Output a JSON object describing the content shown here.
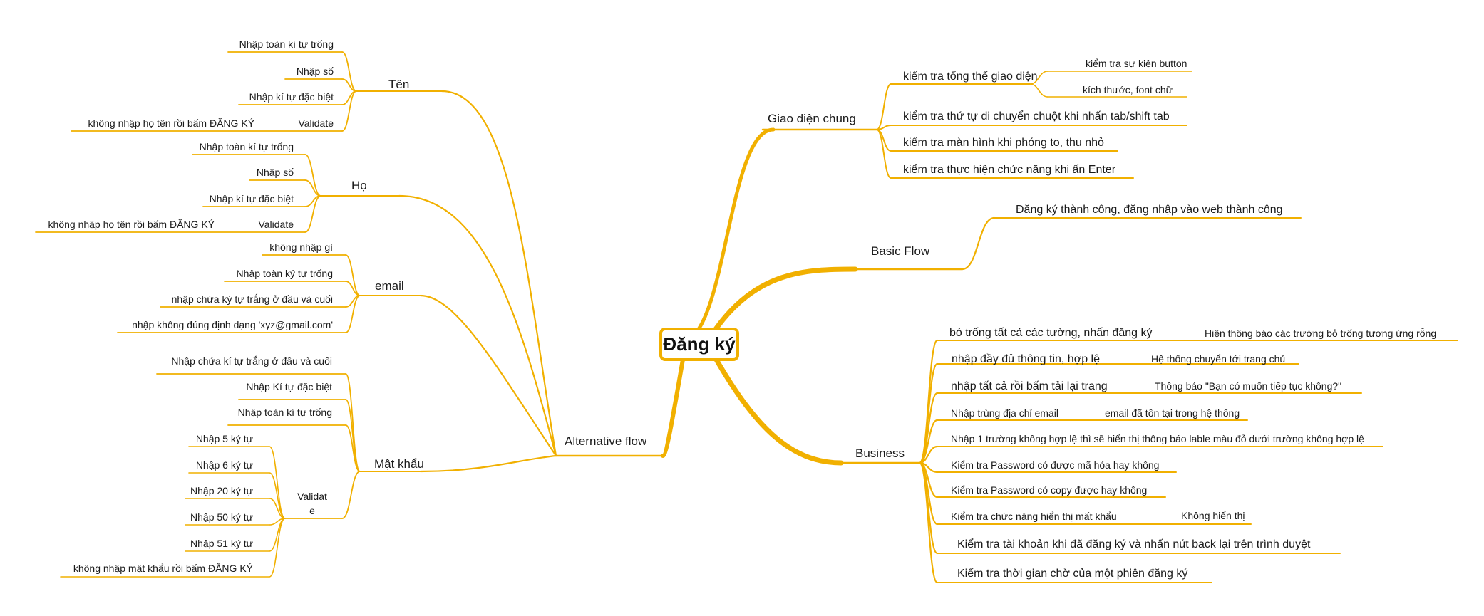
{
  "colors": {
    "branch": "#F1B000",
    "text": "#1a1a1a",
    "background": "#ffffff"
  },
  "root": "Đăng ký",
  "branches": {
    "giao_dien": {
      "label": "Giao diện chung",
      "items": [
        "kiểm tra tổng thể giao diện",
        "kiểm tra sự kiện button",
        "kích thước, font chữ",
        "kiểm tra thứ tự di chuyển chuột khi nhấn tab/shift tab",
        "kiểm tra màn hình khi phóng to, thu nhỏ",
        "kiểm tra thực hiện chức năng khi ấn Enter"
      ]
    },
    "basic": {
      "label": "Basic Flow",
      "items": [
        "Đăng ký thành công, đăng nhập vào web thành công"
      ]
    },
    "business": {
      "label": "Business",
      "items": [
        "bỏ trống tất cả các tường, nhấn đăng ký",
        "Hiện thông báo các trường bỏ trống tương ứng rỗng",
        "nhập đầy đủ thông tin, hợp lệ",
        "Hệ thống chuyển tới trang chủ",
        "nhập tất cả rồi bấm tải lại trang",
        "Thông báo \"Bạn có muốn tiếp tục không?\"",
        "Nhập trùng địa chỉ email",
        "email đã tồn tại trong hệ thống",
        "Nhập 1 trường không hợp lệ thì sẽ hiển thị thông báo lable màu đỏ dưới trường không hợp lệ",
        "Kiểm tra Password có được mã hóa hay không",
        "Kiểm tra Password có copy được hay không",
        "Kiểm tra chức năng hiển thị mất khẩu",
        "Không hiển thị",
        "Kiểm tra tài khoản khi đã đăng ký và nhấn nút back lại trên trình duyệt",
        "Kiểm tra thời gian chờ của một phiên đăng ký"
      ]
    },
    "alternative": {
      "label": "Alternative flow",
      "ten": {
        "label": "Tên",
        "items": [
          "Nhập toàn kí tự trống",
          "Nhập số",
          "Nhập kí tự đặc biệt",
          "Validate",
          "không nhập họ tên rồi bấm ĐĂNG KÝ"
        ]
      },
      "ho": {
        "label": "Họ",
        "items": [
          "Nhập toàn kí tự trống",
          "Nhập số",
          "Nhập kí tự đặc biệt",
          "Validate",
          "không nhập họ tên rồi bấm ĐĂNG KÝ"
        ]
      },
      "email": {
        "label": "email",
        "items": [
          "không nhập gì",
          "Nhập toàn ký  tự trống",
          "nhập chứa ký tự trắng ở đầu và cuối",
          "nhập không đúng định dạng 'xyz@gmail.com'"
        ]
      },
      "matkhau": {
        "label": "Mật khẩu",
        "items": [
          "Nhập chứa kí tự trắng ở đầu và cuối",
          "Nhập Kí tự đặc biệt",
          "Nhập toàn kí tự trống"
        ],
        "validate": {
          "label_line1": "Validat",
          "label_line2": "e",
          "items": [
            "Nhập 5 ký tự",
            "Nhập 6 ký tự",
            "Nhập 20 ký tự",
            "Nhập 50 ký tự",
            "Nhập 51 ký tự",
            "không nhập mật khẩu rồi bấm ĐĂNG KÝ"
          ]
        }
      }
    }
  }
}
